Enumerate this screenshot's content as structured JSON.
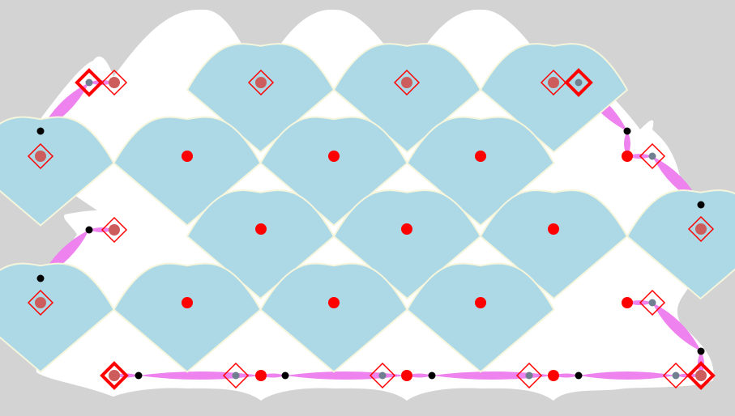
{
  "colors": {
    "background": "#d3d3d3",
    "sheet": "#ffffff",
    "tile_fill": "#add8e6",
    "tile_edge": "#f5f5dc",
    "lobe_fill": "#ee82ee",
    "vertex_red": "#ff0000",
    "vertex_black": "#000000",
    "inner_dot": "#708090",
    "inner_disc": "#cd5c5c",
    "marker_outline": "#ff0000"
  },
  "diagram": {
    "kind": "quasi-conformal tiling with boundary markers",
    "tile_shape": "curved-diamond",
    "tile_rows": [
      {
        "row": 0,
        "columns": [
          1,
          2,
          3
        ]
      },
      {
        "row": 1,
        "columns": [
          0,
          1,
          2,
          3
        ]
      },
      {
        "row": 2,
        "columns": [
          1,
          2,
          3,
          4
        ]
      },
      {
        "row": 3,
        "columns": [
          0,
          1,
          2,
          3
        ]
      }
    ],
    "interior_vertices": [
      {
        "col": 1,
        "row": 1
      },
      {
        "col": 2,
        "row": 1
      },
      {
        "col": 3,
        "row": 1
      },
      {
        "col": 4,
        "row": 1
      },
      {
        "col": 1.5,
        "row": 2
      },
      {
        "col": 2.5,
        "row": 2
      },
      {
        "col": 3.5,
        "row": 2
      },
      {
        "col": 1,
        "row": 3
      },
      {
        "col": 2,
        "row": 3
      },
      {
        "col": 3,
        "row": 3
      },
      {
        "col": 4,
        "row": 3
      },
      {
        "col": 1.5,
        "row": 4
      },
      {
        "col": 2.5,
        "row": 4
      },
      {
        "col": 3.5,
        "row": 4
      }
    ]
  }
}
